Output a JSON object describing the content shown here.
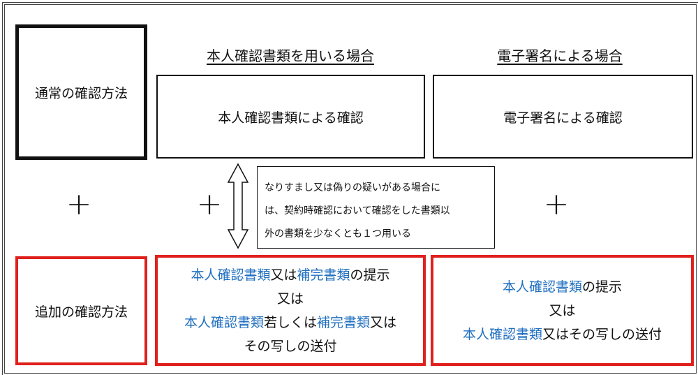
{
  "headings": {
    "left": "本人確認書類を用いる場合",
    "right": "電子署名による場合"
  },
  "normal": {
    "label": "通常の確認方法",
    "doc_box": "本人確認書類による確認",
    "sig_box": "電子署名による確認"
  },
  "plus": "+",
  "note": [
    "なりすまし又は偽りの疑いがある場合に",
    "は、契約時確認において確認をした書類以",
    "外の書類を少なくとも１つ用いる"
  ],
  "additional": {
    "label": "追加の確認方法",
    "doc_lines": [
      [
        {
          "t": "本人確認書類",
          "blue": true
        },
        {
          "t": "又は",
          "blue": false
        },
        {
          "t": "補完書類",
          "blue": true
        },
        {
          "t": "の提示",
          "blue": false
        }
      ],
      [
        {
          "t": "又は",
          "blue": false
        }
      ],
      [
        {
          "t": "本人確認書類",
          "blue": true
        },
        {
          "t": "若しくは",
          "blue": false
        },
        {
          "t": "補完書類",
          "blue": true
        },
        {
          "t": "又は",
          "blue": false
        }
      ],
      [
        {
          "t": "その写しの送付",
          "blue": false
        }
      ]
    ],
    "sig_lines": [
      [
        {
          "t": "本人確認書類",
          "blue": true
        },
        {
          "t": "の提示",
          "blue": false
        }
      ],
      [
        {
          "t": "又は",
          "blue": false
        }
      ],
      [
        {
          "t": "本人確認書類",
          "blue": true
        },
        {
          "t": "又はその写しの送付",
          "blue": false
        }
      ]
    ]
  },
  "colors": {
    "blue": "#1f6fc0",
    "red": "#e0201c"
  }
}
